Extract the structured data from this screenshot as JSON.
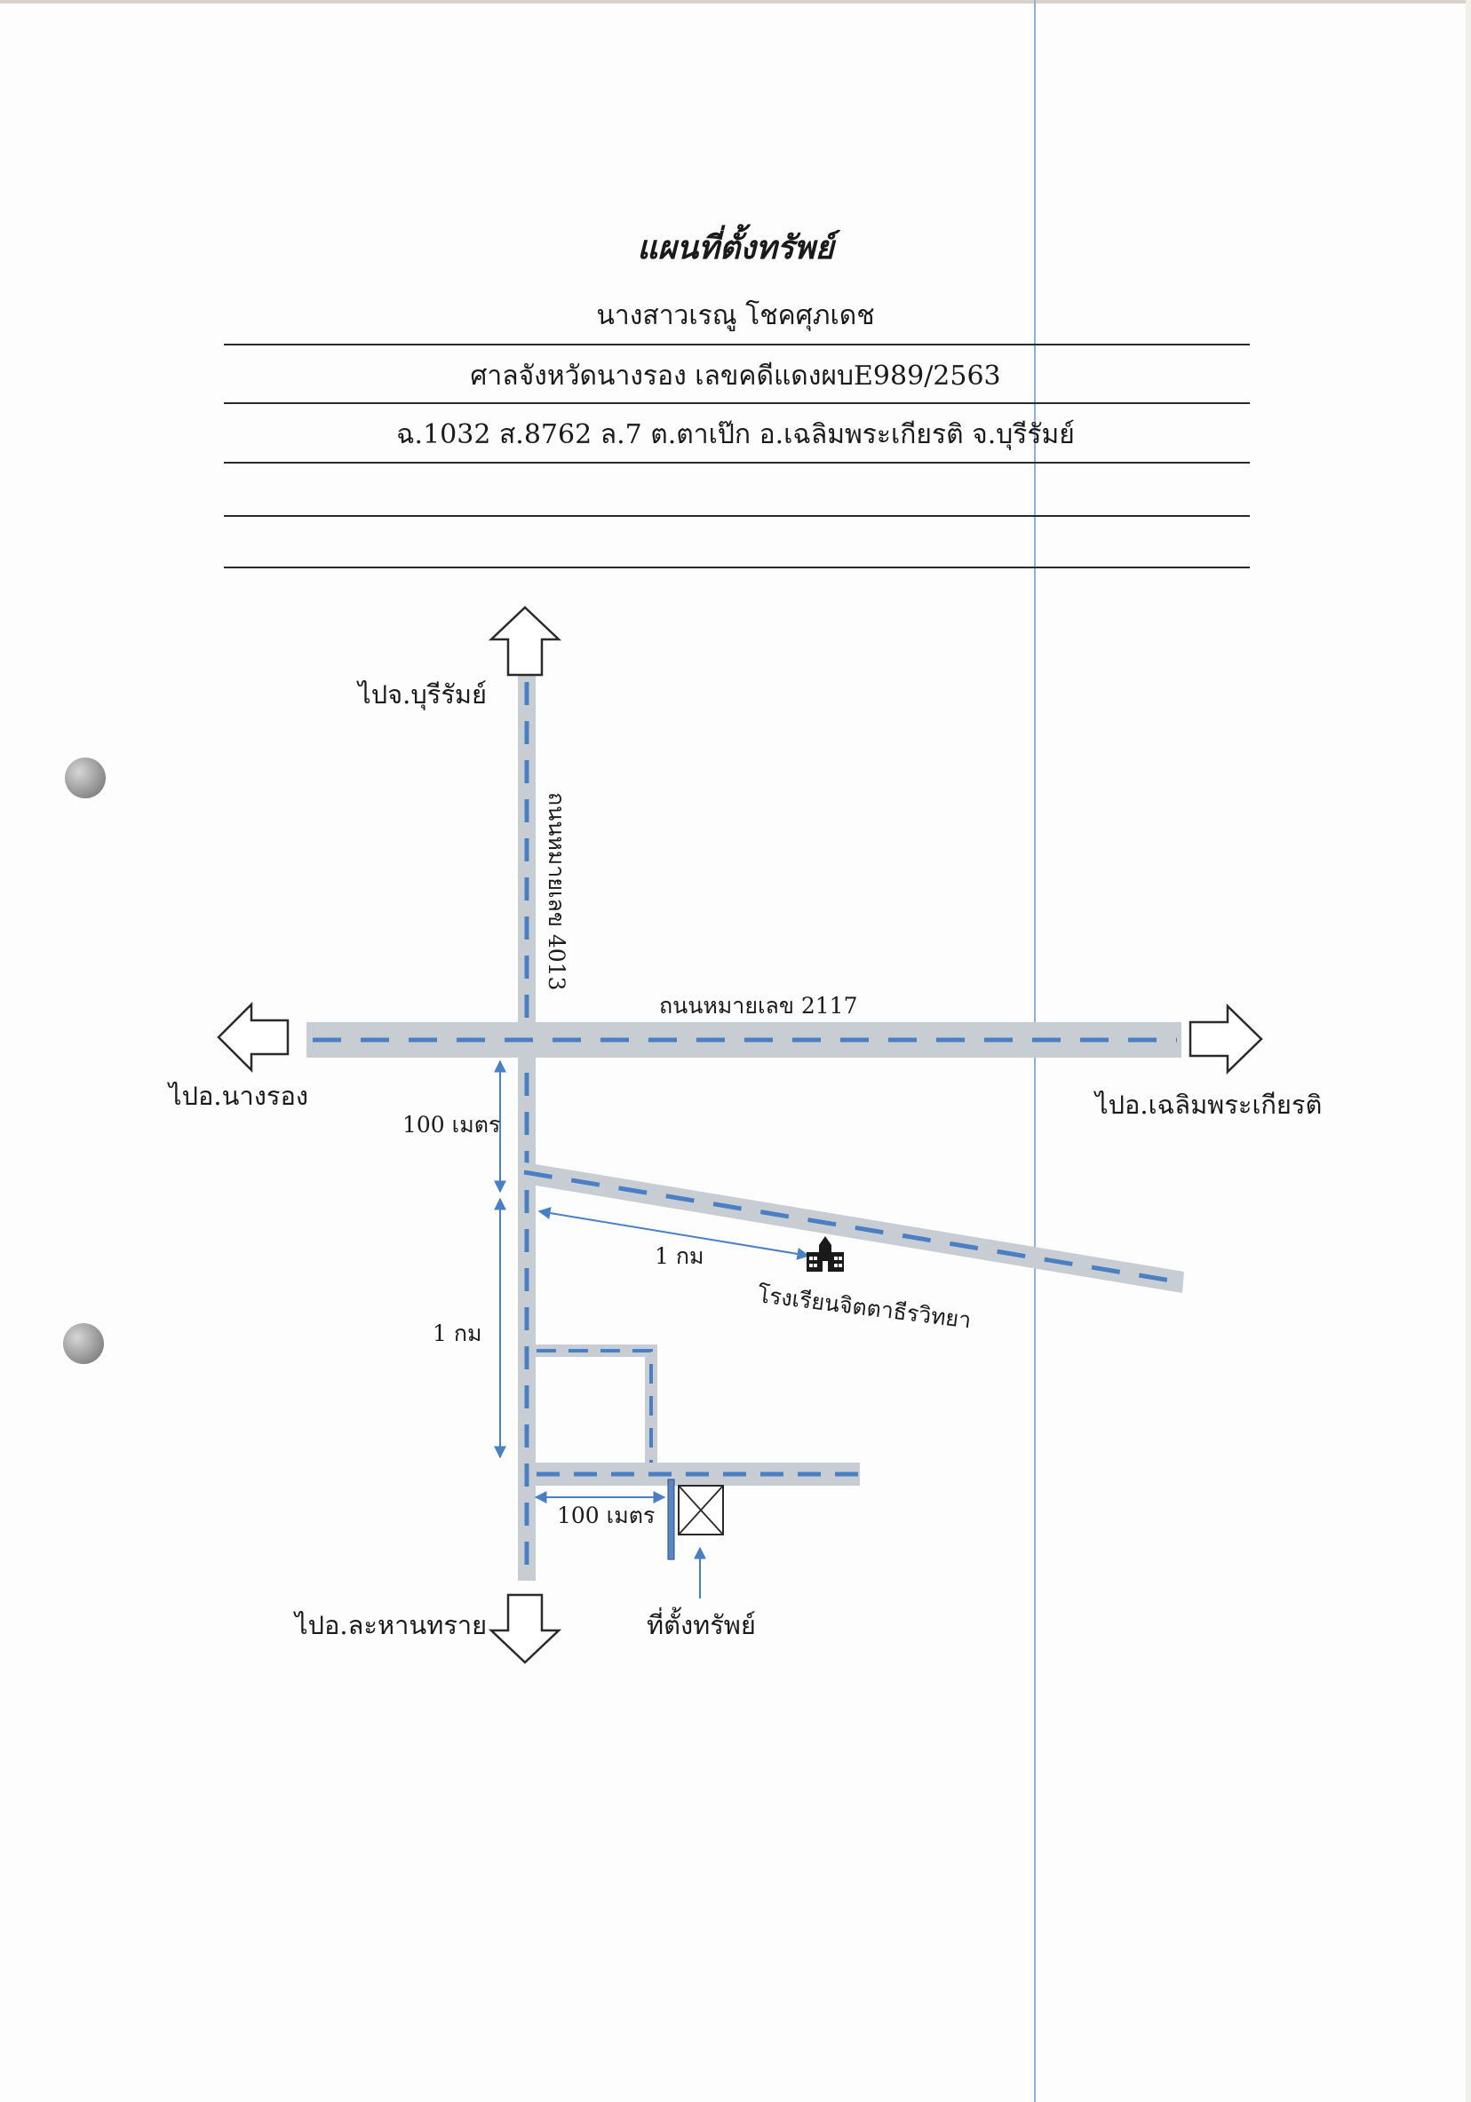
{
  "header": {
    "title": "แผนที่ตั้งทรัพย์",
    "owner": "นางสาวเรณู โชคศุภเดช",
    "court_case": "ศาลจังหวัดนางรอง เลขคดีแดงผบE989/2563",
    "land_deed": "ฉ.1032 ส.8762 ล.7 ต.ตาเป๊ก อ.เฉลิมพระเกียรติ จ.บุรีรัมย์",
    "blank_line_1": "",
    "blank_line_2": ""
  },
  "map": {
    "roads": {
      "vertical_road_label": "ถนนหมายเลข 4013",
      "horizontal_road_label": "ถนนหมายเลข 2117"
    },
    "directions": {
      "north": "ไปจ.บุรีรัมย์",
      "west": "ไปอ.นางรอง",
      "east": "ไปอ.เฉลิมพระเกียรติ",
      "south": "ไปอ.ละหานทราย"
    },
    "distances": {
      "junction_to_branch": "100 เมตร",
      "branch_to_school": "1 กม",
      "branch_to_side_road": "1 กม",
      "side_road_to_property": "100 เมตร"
    },
    "landmarks": {
      "school": "โรงเรียนจิตตาธีรวิทยา",
      "property": "ที่ตั้งทรัพย์"
    },
    "colors": {
      "road_fill": "#c8cdd3",
      "road_dash": "#4a7fc4",
      "arrow_line": "#4a7fc4",
      "outline": "#2a2a2a"
    },
    "icons": [
      "school-icon",
      "property-marker-icon",
      "arrow-up-icon",
      "arrow-down-icon",
      "arrow-left-icon",
      "arrow-right-icon"
    ]
  }
}
